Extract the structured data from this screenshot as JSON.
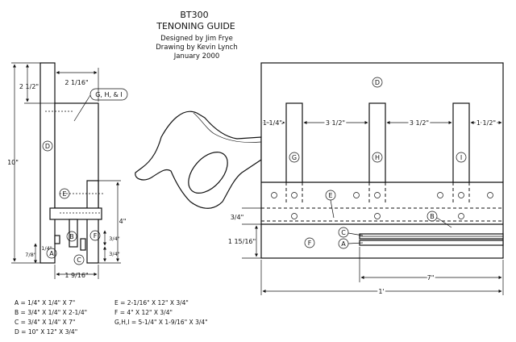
{
  "title_block": {
    "title": "BT300",
    "subtitle": "TENONING GUIDE",
    "designer": "Designed by Jim Frye",
    "drafter": "Drawing by Kevin Lynch",
    "date": "January 2000"
  },
  "side_view": {
    "dims": {
      "top": "2 1/2\"",
      "top_width": "2 1/16\"",
      "height": "10\"",
      "lower": "4\"",
      "base_width": "1 9/16\"",
      "small_a": "1/4\"",
      "small_b": "7/8\"",
      "b_height_1": "3/4\"",
      "b_height_2": "3/4\""
    },
    "labels": {
      "D": "D",
      "E": "E",
      "B": "B",
      "F": "F",
      "A": "A",
      "C": "C"
    },
    "callout": "G, H, & I"
  },
  "front_view": {
    "dims": {
      "left_space": "1 1/4\"",
      "space_1": "3 1/2\"",
      "space_2": "3 1/2\"",
      "right_space": "1 1/2\"",
      "e_height": "3/4\"",
      "f_height": "1 15/16\"",
      "overall": "1'",
      "rail": "7\""
    },
    "labels": {
      "D": "D",
      "G": "G",
      "H": "H",
      "I": "I",
      "E": "E",
      "B": "B",
      "C": "C",
      "A": "A",
      "F": "F"
    }
  },
  "parts_list": {
    "left": [
      "A = 1/4\" X 1/4\" X 7\"",
      "B = 3/4\" X 1/4\" X 2-1/4\"",
      "C = 3/4\" X 1/4\" X 7\"",
      "D = 10\" X 12\" X 3/4\""
    ],
    "right": [
      "E = 2-1/16\" X 12\" X 3/4\"",
      "F = 4\" X 12\" X 3/4\"",
      "G,H,I = 5-1/4\" X 1-9/16\" X 3/4\""
    ]
  }
}
